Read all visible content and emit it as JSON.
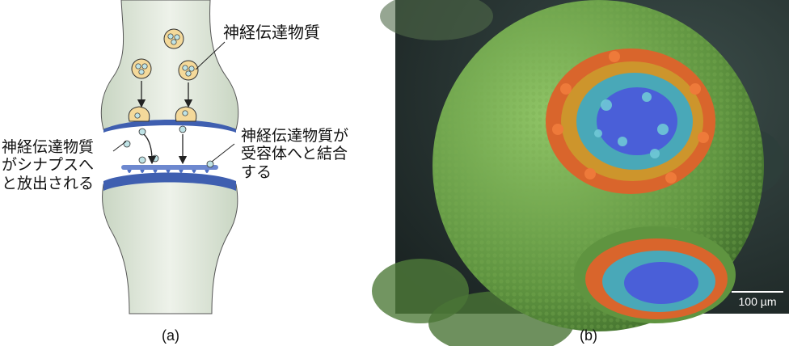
{
  "panel_a": {
    "label_neurotransmitter": "神経伝達物質",
    "label_release": [
      "神経伝達物質",
      "がシナプスへ",
      "と放出される"
    ],
    "label_binding": [
      "神経伝達物質が",
      "受容体へと結合",
      "する"
    ]
  },
  "panel_b": {
    "scale_bar_label": "100 µm"
  },
  "captions": {
    "a": "(a)",
    "b": "(b)"
  },
  "colors": {
    "neuron_fill": "#dfe8da",
    "membrane_blue": "#3f5fb0",
    "vesicle_fill": "#f4d99a",
    "neurotransmitter": "#bfe3e6",
    "sem_background": "#2b3a3a",
    "sem_green": "#6ea14a",
    "sem_orange": "#e0692e",
    "sem_blue": "#4a5fd8"
  }
}
